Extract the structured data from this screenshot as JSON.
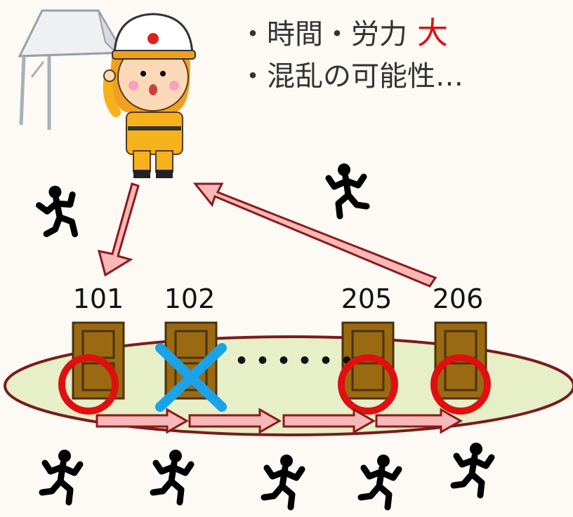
{
  "notes": {
    "line1_text": "・時間・労力",
    "line1_emphasis": "大",
    "line2_text": "・混乱の可能性…"
  },
  "rooms": [
    {
      "label": "101",
      "status": "ok"
    },
    {
      "label": "102",
      "status": "absent"
    },
    {
      "label": "205",
      "status": "ok"
    },
    {
      "label": "206",
      "status": "ok"
    }
  ],
  "ellipsis": "・・・・・・",
  "colors": {
    "background": "#fdf9f4",
    "emphasis": "#e01010",
    "circle_mark": "#e01010",
    "cross_mark": "#1aa3e8",
    "arrow_fill": "#f6b8b8",
    "arrow_stroke": "#8b1a1a",
    "platform_fill": "#e6efc8",
    "platform_stroke": "#7a1b1b",
    "door_fill": "#9a6a12",
    "door_stroke": "#4a3208"
  },
  "icons": [
    "tent-icon",
    "firefighter-icon",
    "runner-icon",
    "door-icon",
    "circle-mark-icon",
    "cross-mark-icon",
    "arrow-icon"
  ]
}
